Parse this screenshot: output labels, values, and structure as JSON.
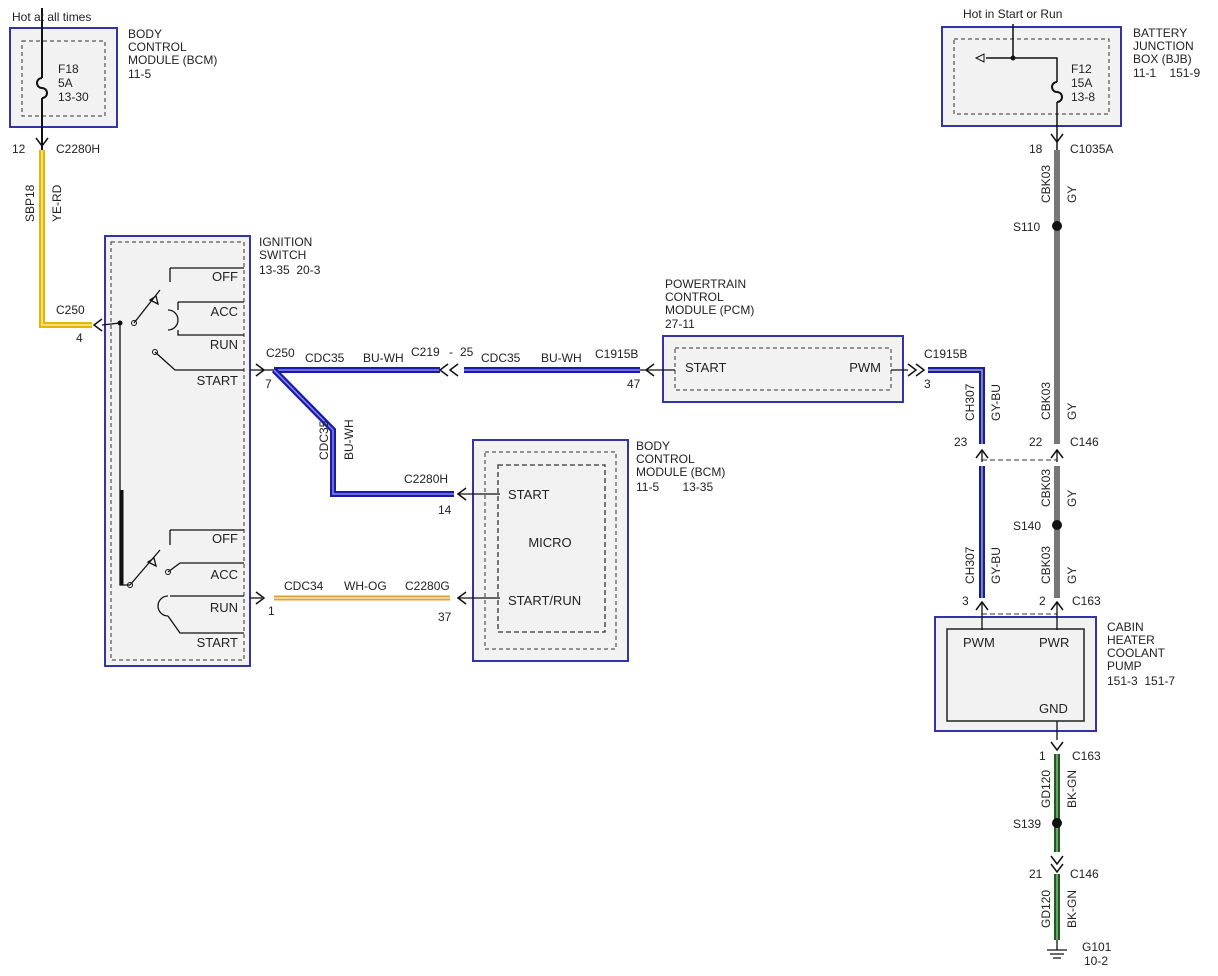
{
  "supplies": {
    "hot_at_all_times": "Hot at all times",
    "hot_in_start_or_run": "Hot in Start or Run"
  },
  "bcm_top": {
    "name": [
      "BODY",
      "CONTROL",
      "MODULE (BCM)"
    ],
    "ref": "11-5",
    "fuse": [
      "F18",
      "5A",
      "13-30"
    ]
  },
  "bjb": {
    "name": [
      "BATTERY",
      "JUNCTION",
      "BOX (BJB)"
    ],
    "ref": "11-1    151-9",
    "fuse": [
      "F12",
      "15A",
      "13-8"
    ]
  },
  "ignition": {
    "name": [
      "IGNITION",
      "SWITCH"
    ],
    "ref": "13-35  20-3",
    "positions_top": [
      "OFF",
      "ACC",
      "RUN",
      "START"
    ],
    "positions_bottom": [
      "OFF",
      "ACC",
      "RUN",
      "START"
    ]
  },
  "pcm": {
    "name": [
      "POWERTRAIN",
      "CONTROL",
      "MODULE (PCM)"
    ],
    "ref": "27-11",
    "pin_start": "START",
    "pin_pwm": "PWM"
  },
  "bcm_mid": {
    "name": [
      "BODY",
      "CONTROL",
      "MODULE (BCM)"
    ],
    "ref": "11-5       13-35",
    "pin_start": "START",
    "micro": "MICRO",
    "pin_startrun": "START/RUN"
  },
  "pump": {
    "name": [
      "CABIN",
      "HEATER",
      "COOLANT",
      "PUMP"
    ],
    "ref": "151-3  151-7",
    "pin_pwm": "PWM",
    "pin_pwr": "PWR",
    "pin_gnd": "GND"
  },
  "ground": {
    "name": "G101",
    "ref": "10-2"
  },
  "labels": {
    "p12": "12",
    "c2280h_top": "C2280H",
    "sbp18": "SBP18",
    "ye_rd": "YE-RD",
    "c250_left": "C250",
    "p4": "4",
    "c250_mid": "C250",
    "p7": "7",
    "cdc35_a": "CDC35",
    "buwh_a": "BU-WH",
    "c219": "C219",
    "dash": "-",
    "p25": "25",
    "cdc35_b": "CDC35",
    "buwh_b": "BU-WH",
    "c1915b_left": "C1915B",
    "p47": "47",
    "cdc35_v": "CDC35",
    "buwh_v": "BU-WH",
    "c2280h_mid": "C2280H",
    "p14": "14",
    "cdc34": "CDC34",
    "whog": "WH-OG",
    "c2280g": "C2280G",
    "p1": "1",
    "p37": "37",
    "c1915b_right": "C1915B",
    "p3_pcm": "3",
    "p18": "18",
    "c1035a": "C1035A",
    "cbk03_a": "CBK03",
    "gy_a": "GY",
    "s110": "S110",
    "ch307_a": "CH307",
    "gybu_a": "GY-BU",
    "cbk03_b": "CBK03",
    "gy_b": "GY",
    "p23": "23",
    "p22": "22",
    "c146_a": "C146",
    "cbk03_c": "CBK03",
    "gy_c": "GY",
    "s140": "S140",
    "ch307_b": "CH307",
    "gybu_b": "GY-BU",
    "cbk03_d": "CBK03",
    "gy_d": "GY",
    "p3_pump": "3",
    "p2": "2",
    "c163_a": "C163",
    "p1_gnd": "1",
    "c163_b": "C163",
    "gd120_a": "GD120",
    "bkgn_a": "BK-GN",
    "s139": "S139",
    "p21": "21",
    "c146_b": "C146",
    "gd120_b": "GD120",
    "bkgn_b": "BK-GN"
  },
  "colors": {
    "module_border": "#3333aa",
    "module_fill": "#f2f2f2",
    "wire_blue": "#1a1aa8",
    "wire_yellow": "#e8b400",
    "wire_orange": "#e0a030",
    "wire_gray": "#777777",
    "wire_green": "#1e5c1e"
  }
}
